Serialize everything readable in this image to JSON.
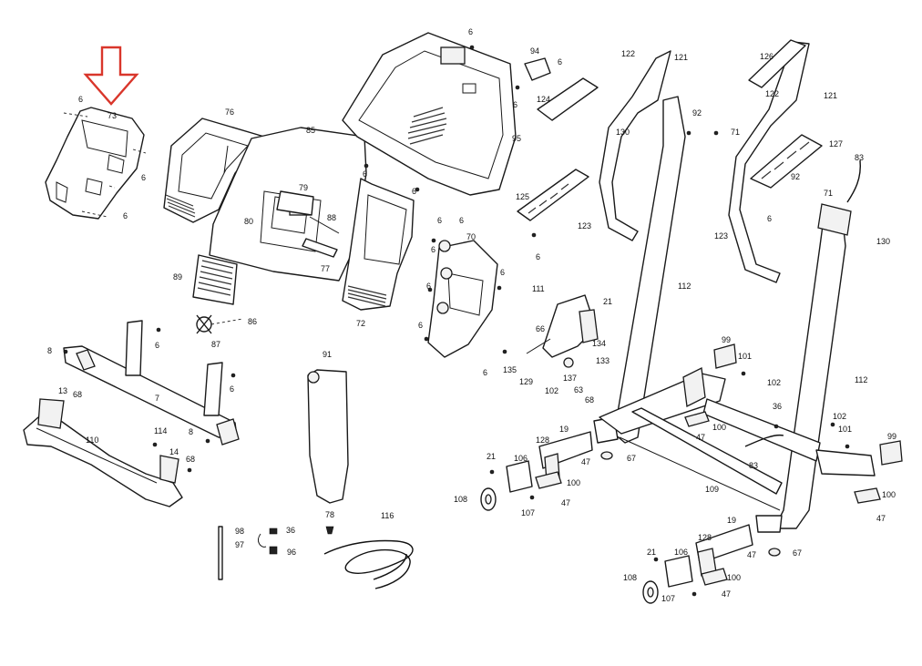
{
  "diagram": {
    "accent_color": "#d9362b",
    "pointer_icon": "down-arrow-icon",
    "callouts": [
      {
        "id": "c-6a",
        "text": "6"
      },
      {
        "id": "c-73",
        "text": "73"
      },
      {
        "id": "c-6b",
        "text": "6"
      },
      {
        "id": "c-6c",
        "text": "6"
      },
      {
        "id": "c-76",
        "text": "76"
      },
      {
        "id": "c-85",
        "text": "85"
      },
      {
        "id": "c-79",
        "text": "79"
      },
      {
        "id": "c-80",
        "text": "80"
      },
      {
        "id": "c-88",
        "text": "88"
      },
      {
        "id": "c-77",
        "text": "77"
      },
      {
        "id": "c-89",
        "text": "89"
      },
      {
        "id": "c-72",
        "text": "72"
      },
      {
        "id": "c-6d",
        "text": "6"
      },
      {
        "id": "c-6e",
        "text": "6"
      },
      {
        "id": "c-6f",
        "text": "6"
      },
      {
        "id": "c-95",
        "text": "95"
      },
      {
        "id": "c-94",
        "text": "94"
      },
      {
        "id": "c-6g",
        "text": "6"
      },
      {
        "id": "c-6h",
        "text": "6"
      },
      {
        "id": "c-124",
        "text": "124"
      },
      {
        "id": "c-70",
        "text": "70"
      },
      {
        "id": "c-6i",
        "text": "6"
      },
      {
        "id": "c-6j",
        "text": "6"
      },
      {
        "id": "c-6k",
        "text": "6"
      },
      {
        "id": "c-6l",
        "text": "6"
      },
      {
        "id": "c-6m",
        "text": "6"
      },
      {
        "id": "c-6n",
        "text": "6"
      },
      {
        "id": "c-6o",
        "text": "6"
      },
      {
        "id": "c-86",
        "text": "86"
      },
      {
        "id": "c-87",
        "text": "87"
      },
      {
        "id": "c-6p",
        "text": "6"
      },
      {
        "id": "c-8a",
        "text": "8"
      },
      {
        "id": "c-7",
        "text": "7"
      },
      {
        "id": "c-6q",
        "text": "6"
      },
      {
        "id": "c-13",
        "text": "13"
      },
      {
        "id": "c-68a",
        "text": "68"
      },
      {
        "id": "c-110",
        "text": "110"
      },
      {
        "id": "c-114",
        "text": "114"
      },
      {
        "id": "c-14",
        "text": "14"
      },
      {
        "id": "c-68b",
        "text": "68"
      },
      {
        "id": "c-8b",
        "text": "8"
      },
      {
        "id": "c-91",
        "text": "91"
      },
      {
        "id": "c-98",
        "text": "98"
      },
      {
        "id": "c-97",
        "text": "97"
      },
      {
        "id": "c-36a",
        "text": "36"
      },
      {
        "id": "c-96",
        "text": "96"
      },
      {
        "id": "c-78",
        "text": "78"
      },
      {
        "id": "c-116",
        "text": "116"
      },
      {
        "id": "c-122a",
        "text": "122"
      },
      {
        "id": "c-121a",
        "text": "121"
      },
      {
        "id": "c-130a",
        "text": "130"
      },
      {
        "id": "c-92a",
        "text": "92"
      },
      {
        "id": "c-71a",
        "text": "71"
      },
      {
        "id": "c-125",
        "text": "125"
      },
      {
        "id": "c-6r",
        "text": "6"
      },
      {
        "id": "c-123a",
        "text": "123"
      },
      {
        "id": "c-111",
        "text": "111"
      },
      {
        "id": "c-21a",
        "text": "21"
      },
      {
        "id": "c-112a",
        "text": "112"
      },
      {
        "id": "c-66",
        "text": "66"
      },
      {
        "id": "c-134",
        "text": "134"
      },
      {
        "id": "c-133",
        "text": "133"
      },
      {
        "id": "c-135",
        "text": "135"
      },
      {
        "id": "c-129",
        "text": "129"
      },
      {
        "id": "c-137",
        "text": "137"
      },
      {
        "id": "c-102a",
        "text": "102"
      },
      {
        "id": "c-63",
        "text": "63"
      },
      {
        "id": "c-68c",
        "text": "68"
      },
      {
        "id": "c-126",
        "text": "126"
      },
      {
        "id": "c-122b",
        "text": "122"
      },
      {
        "id": "c-121b",
        "text": "121"
      },
      {
        "id": "c-127",
        "text": "127"
      },
      {
        "id": "c-83a",
        "text": "83"
      },
      {
        "id": "c-92b",
        "text": "92"
      },
      {
        "id": "c-71b",
        "text": "71"
      },
      {
        "id": "c-6s",
        "text": "6"
      },
      {
        "id": "c-130b",
        "text": "130"
      },
      {
        "id": "c-123b",
        "text": "123"
      },
      {
        "id": "c-99a",
        "text": "99"
      },
      {
        "id": "c-101a",
        "text": "101"
      },
      {
        "id": "c-102b",
        "text": "102"
      },
      {
        "id": "c-112b",
        "text": "112"
      },
      {
        "id": "c-36b",
        "text": "36"
      },
      {
        "id": "c-100a",
        "text": "100"
      },
      {
        "id": "c-47a",
        "text": "47"
      },
      {
        "id": "c-102c",
        "text": "102"
      },
      {
        "id": "c-101b",
        "text": "101"
      },
      {
        "id": "c-99b",
        "text": "99"
      },
      {
        "id": "c-83b",
        "text": "83"
      },
      {
        "id": "c-19a",
        "text": "19"
      },
      {
        "id": "c-128a",
        "text": "128"
      },
      {
        "id": "c-47b",
        "text": "47"
      },
      {
        "id": "c-67a",
        "text": "67"
      },
      {
        "id": "c-21b",
        "text": "21"
      },
      {
        "id": "c-106a",
        "text": "106"
      },
      {
        "id": "c-100b",
        "text": "100"
      },
      {
        "id": "c-47c",
        "text": "47"
      },
      {
        "id": "c-108a",
        "text": "108"
      },
      {
        "id": "c-107a",
        "text": "107"
      },
      {
        "id": "c-109",
        "text": "109"
      },
      {
        "id": "c-100c",
        "text": "100"
      },
      {
        "id": "c-47d",
        "text": "47"
      },
      {
        "id": "c-19b",
        "text": "19"
      },
      {
        "id": "c-128b",
        "text": "128"
      },
      {
        "id": "c-47e",
        "text": "47"
      },
      {
        "id": "c-67b",
        "text": "67"
      },
      {
        "id": "c-21c",
        "text": "21"
      },
      {
        "id": "c-106b",
        "text": "106"
      },
      {
        "id": "c-108b",
        "text": "108"
      },
      {
        "id": "c-100d",
        "text": "100"
      },
      {
        "id": "c-107b",
        "text": "107"
      },
      {
        "id": "c-47f",
        "text": "47"
      }
    ]
  }
}
